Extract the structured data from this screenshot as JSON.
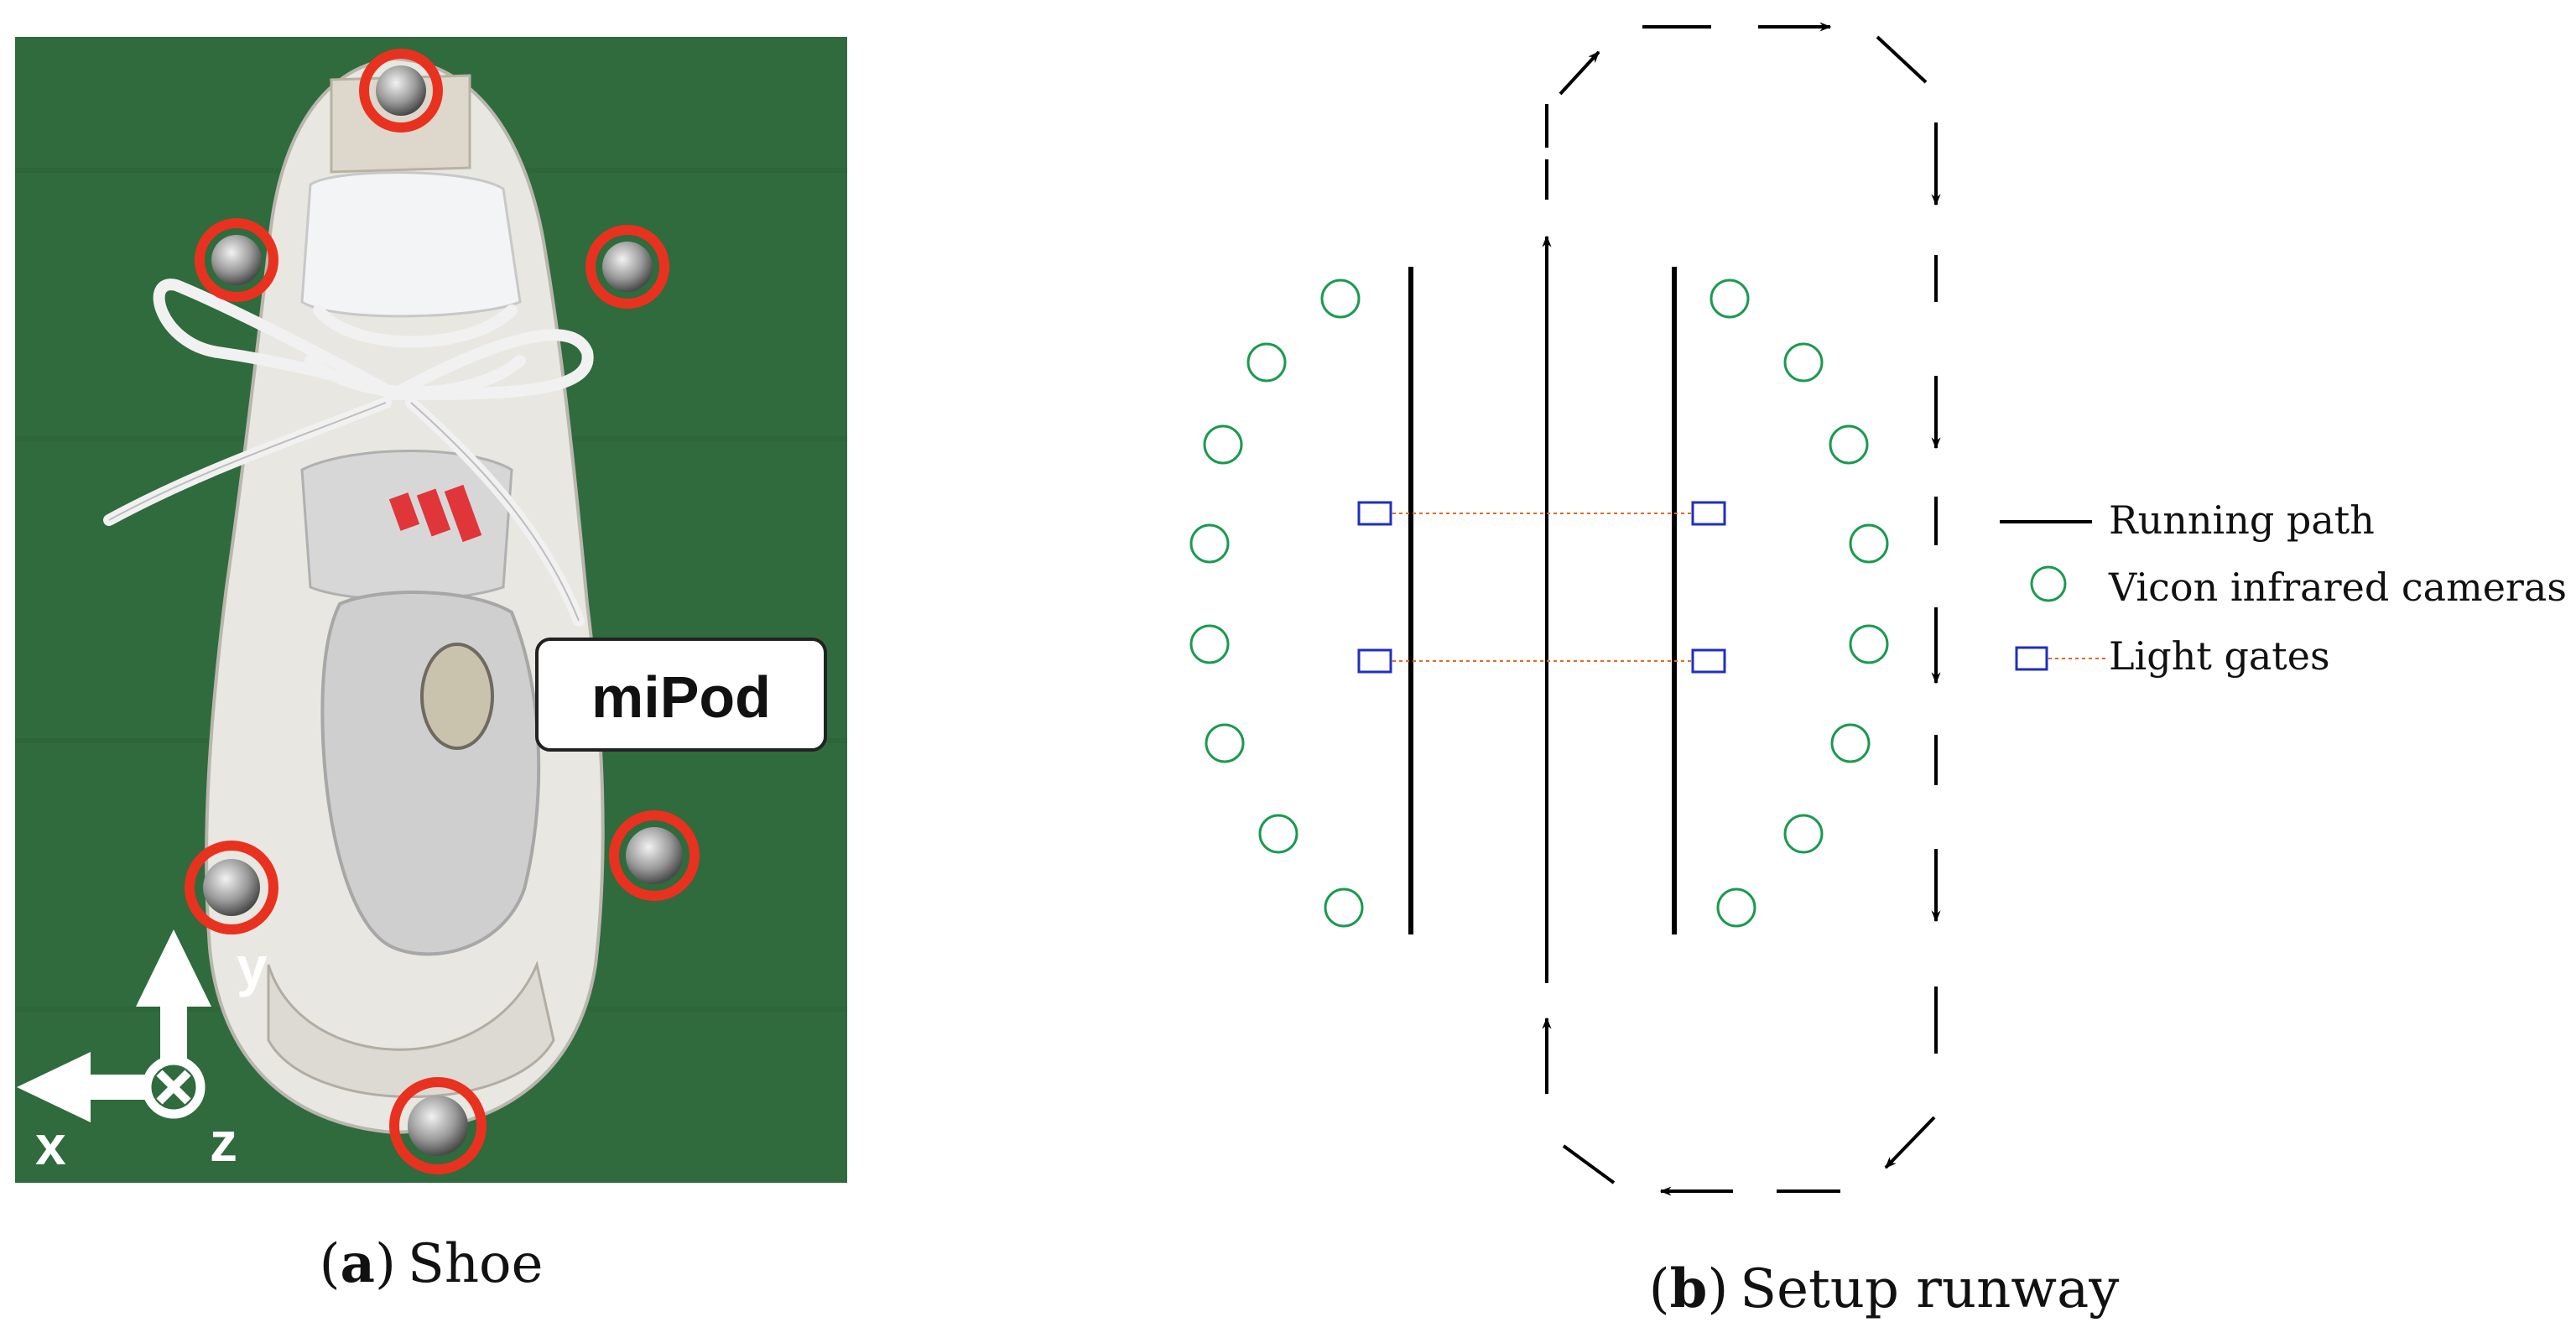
{
  "panel_a": {
    "caption_letter": "a",
    "caption_text": "Shoe",
    "device_label": "miPod",
    "axis_labels": {
      "x": "x",
      "y": "y",
      "z": "z"
    },
    "colors": {
      "background": "#2f6b3c",
      "marker_ring": "#e8321f",
      "shoe": "#e9e7e1"
    }
  },
  "panel_b": {
    "caption_letter": "b",
    "caption_text": "Setup runway",
    "legend": [
      {
        "key": "running-path",
        "label": "Running path"
      },
      {
        "key": "cameras",
        "label": "Vicon infrared cameras"
      },
      {
        "key": "light-gates",
        "label": "Light gates"
      }
    ],
    "colors": {
      "camera": "#1a9a50",
      "gate": "#1f2fbf",
      "gate_beam": "#e46a1e",
      "path": "#000000"
    }
  }
}
